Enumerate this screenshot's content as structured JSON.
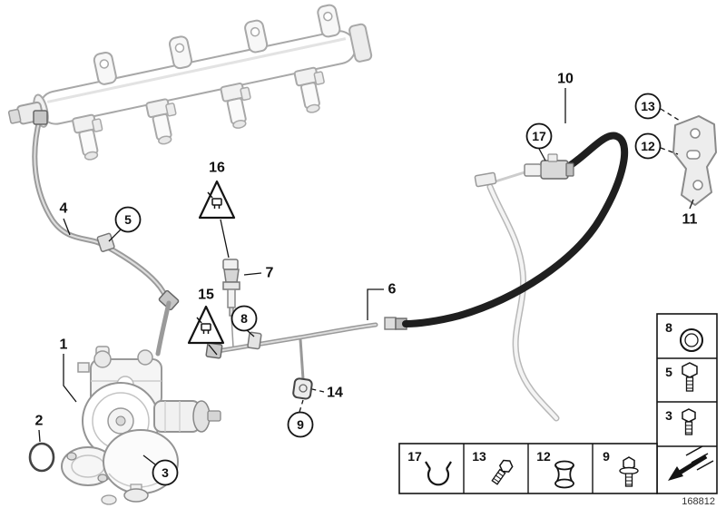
{
  "diagram": {
    "figure_number": "168812",
    "callouts": [
      {
        "id": "1",
        "style": "plain"
      },
      {
        "id": "2",
        "style": "plain"
      },
      {
        "id": "3",
        "style": "circled"
      },
      {
        "id": "4",
        "style": "plain"
      },
      {
        "id": "5",
        "style": "circled"
      },
      {
        "id": "6",
        "style": "plain"
      },
      {
        "id": "7",
        "style": "plain"
      },
      {
        "id": "8",
        "style": "circled"
      },
      {
        "id": "9",
        "style": "circled"
      },
      {
        "id": "10",
        "style": "plain"
      },
      {
        "id": "11",
        "style": "plain"
      },
      {
        "id": "12",
        "style": "circled"
      },
      {
        "id": "13",
        "style": "circled"
      },
      {
        "id": "14",
        "style": "plain"
      },
      {
        "id": "15",
        "style": "plain"
      },
      {
        "id": "16",
        "style": "plain"
      },
      {
        "id": "17",
        "style": "circled"
      }
    ],
    "warning_symbols": [
      {
        "callout": "16",
        "icon": "warning-triangle-connector-icon"
      },
      {
        "callout": "15",
        "icon": "warning-triangle-connector-icon"
      }
    ],
    "legend_right": [
      {
        "id": "8",
        "icon": "o-ring-icon"
      },
      {
        "id": "5",
        "icon": "hex-bolt-icon"
      },
      {
        "id": "3",
        "icon": "screw-icon"
      },
      {
        "id": "",
        "icon": "view-direction-arrow-icon"
      }
    ],
    "legend_bottom": [
      {
        "id": "17",
        "icon": "hose-clamp-icon"
      },
      {
        "id": "13",
        "icon": "hex-bolt-icon"
      },
      {
        "id": "12",
        "icon": "grommet-icon"
      },
      {
        "id": "9",
        "icon": "flange-bolt-icon"
      }
    ],
    "colors": {
      "background": "#ffffff",
      "line_art": "#9a9a9a",
      "hose": "#1f1f1f",
      "callout_ink": "#111111"
    }
  }
}
